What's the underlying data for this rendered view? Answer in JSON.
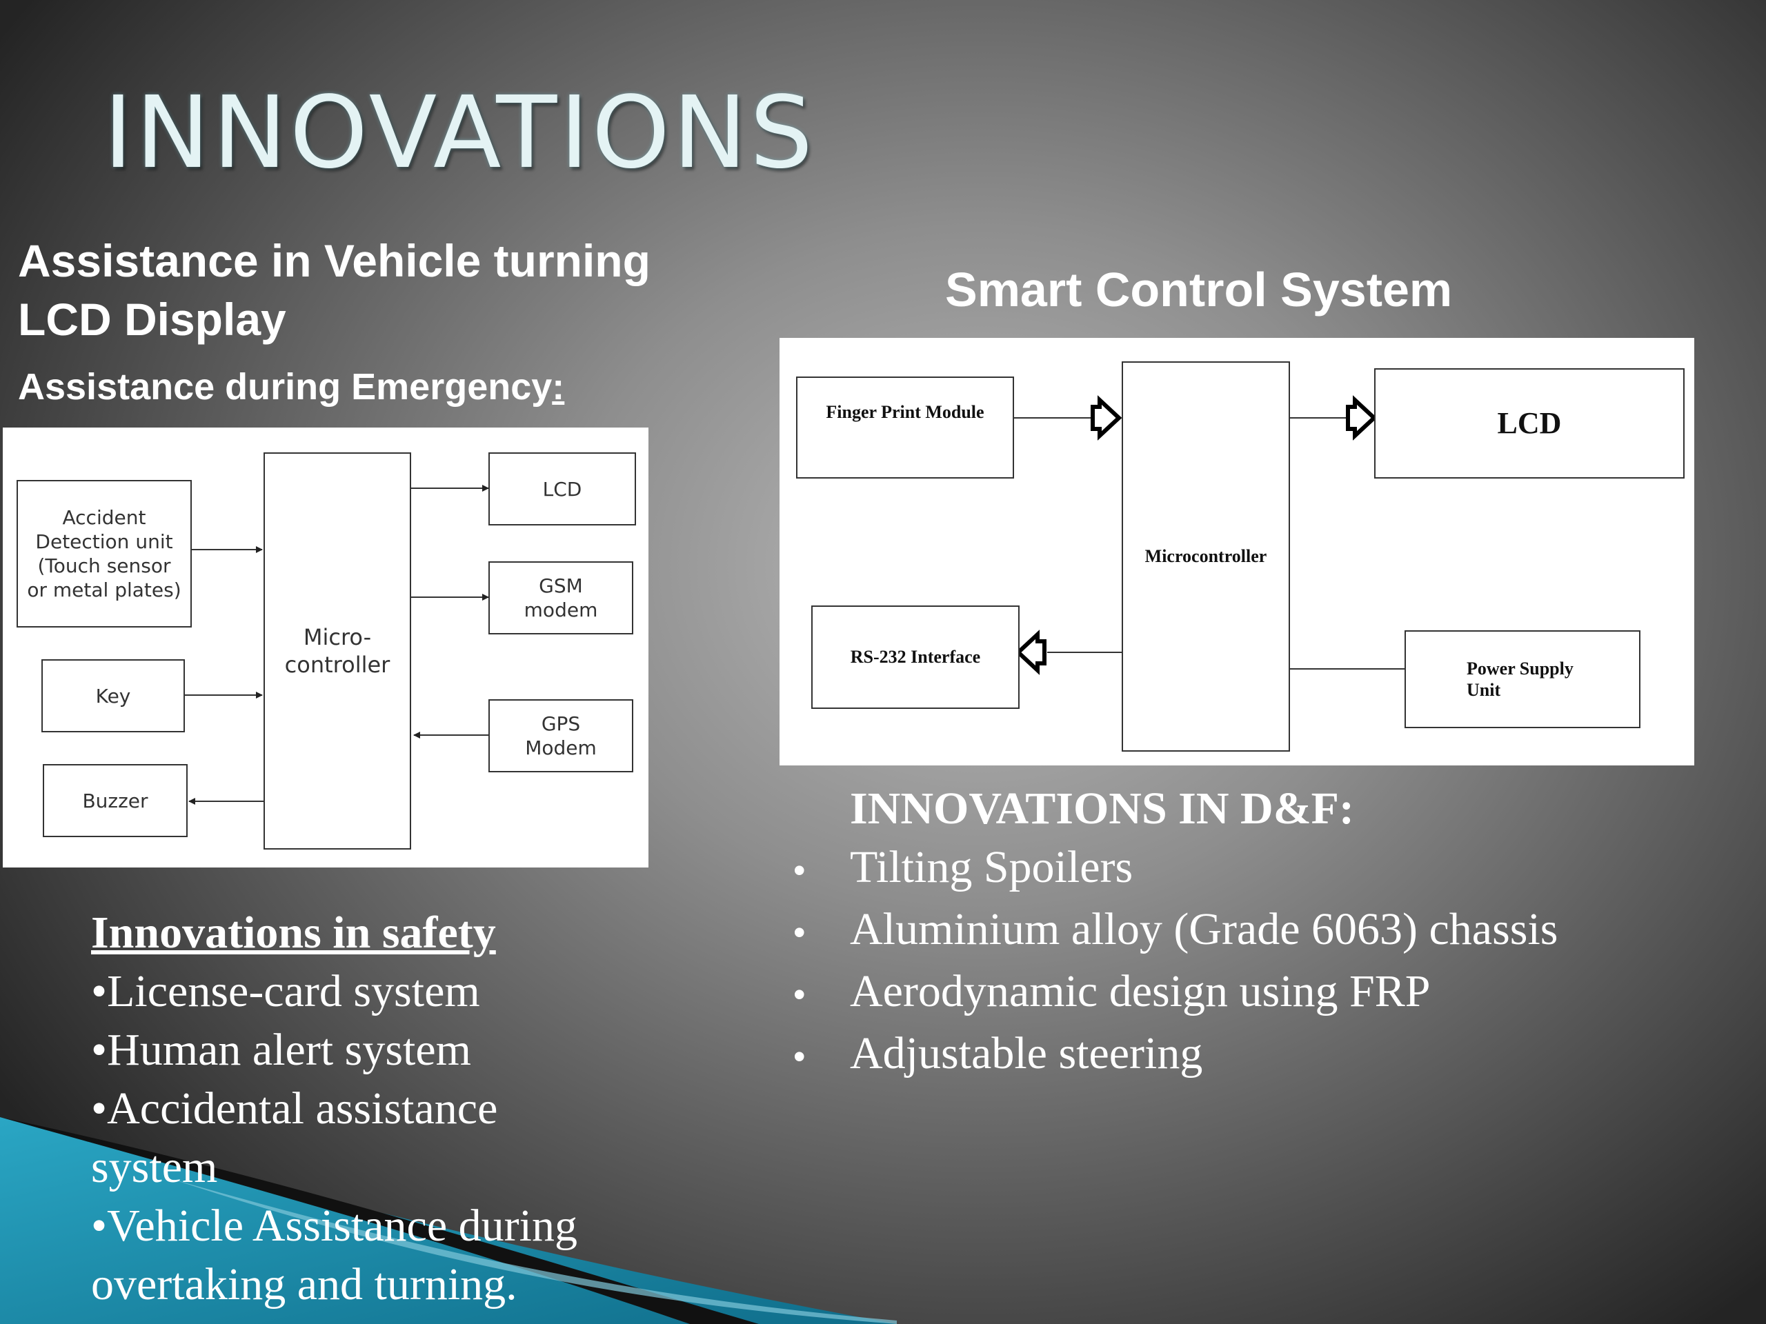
{
  "slide": {
    "title": "INNOVATIONS",
    "left_header": {
      "line1": "Assistance in Vehicle turning",
      "line2": "LCD Display",
      "line3": "Assistance during Emergency",
      "line3_colon": ":"
    },
    "right_header": "Smart Control System"
  },
  "left_diagram": {
    "accident": "Accident\nDetection unit\n(Touch sensor\nor metal plates)",
    "micro": "Micro-\ncontroller",
    "lcd": "LCD",
    "gsm": "GSM\nmodem",
    "gps": "GPS\nModem",
    "key": "Key",
    "buzzer": "Buzzer"
  },
  "right_diagram": {
    "finger": "Finger Print Module",
    "micro": "Microcontroller",
    "lcd": "LCD",
    "rs232": "RS-232 Interface",
    "power": "Power Supply\nUnit"
  },
  "safety": {
    "heading": "Innovations in safety",
    "items": [
      "•License-card system",
      "•Human alert system",
      "•Accidental assistance system",
      "•Vehicle Assistance during overtaking and turning."
    ]
  },
  "df": {
    "heading": "INNOVATIONS IN D&F:",
    "bullet": "•",
    "items": [
      "Tilting Spoilers",
      "Aluminium alloy (Grade 6063) chassis",
      "Aerodynamic design using FRP",
      "Adjustable steering"
    ]
  },
  "colors": {
    "title": "#e4f3f4",
    "accent_teal": "#1b8fb0"
  }
}
